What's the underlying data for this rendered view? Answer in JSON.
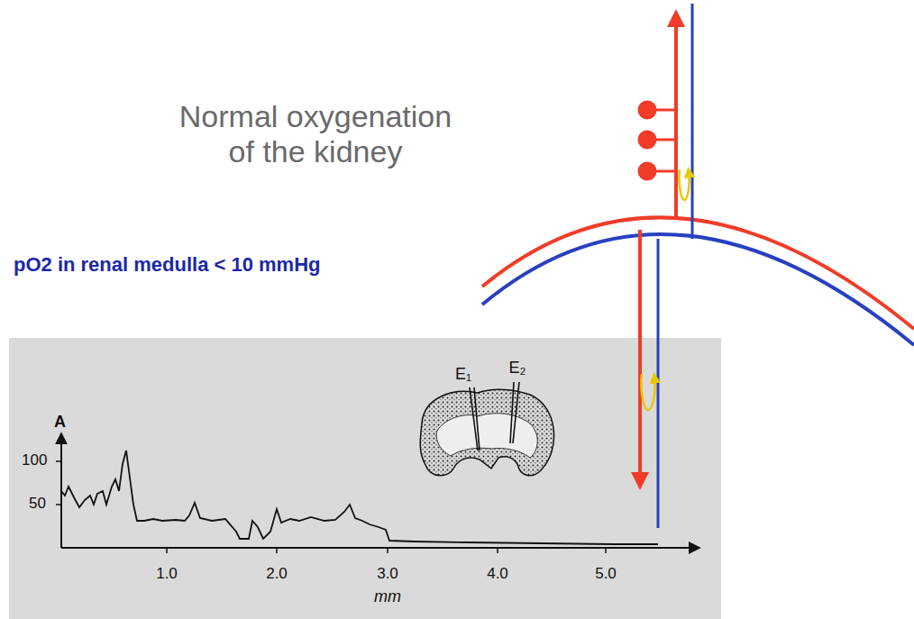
{
  "diagram": {
    "title": "Normal oxygenation of the kidney",
    "labels": [
      "pO2 in renal medulla < 10 mmHg",
      "A",
      "100",
      "50",
      "1.0",
      "2.0",
      "3.0",
      "4.0",
      "5.0",
      "mm",
      "E₁",
      "E₂"
    ]
  }
}
